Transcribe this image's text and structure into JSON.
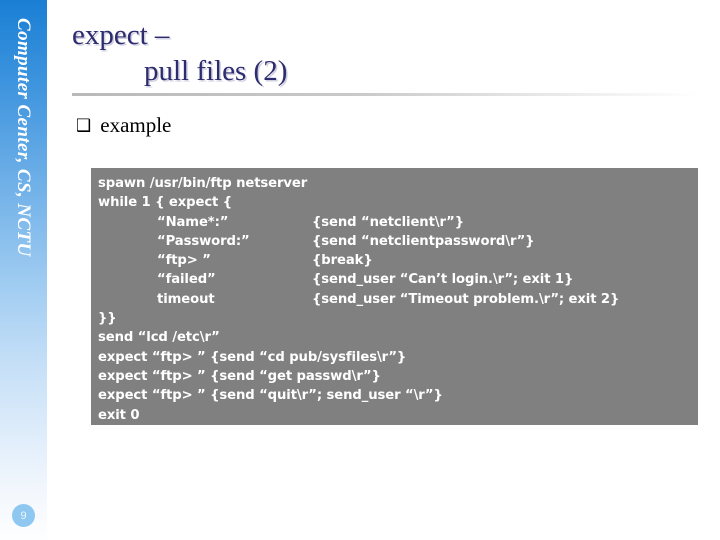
{
  "sidebar": {
    "brand_text": "Computer Center, CS, NCTU",
    "page_number": "9"
  },
  "title": {
    "line1": "expect –",
    "line2": "pull files (2)"
  },
  "bullet": {
    "glyph": "❑",
    "glyph_name": "hollow-square-bullet",
    "text": "example"
  },
  "code": {
    "lines": [
      {
        "indent": false,
        "left": "spawn /usr/bin/ftp netserver",
        "right": ""
      },
      {
        "indent": false,
        "left": "while 1 { expect {",
        "right": ""
      },
      {
        "indent": true,
        "left": "“Name*:”",
        "right": "{send “netclient\\r”}"
      },
      {
        "indent": true,
        "left": "“Password:”",
        "right": "{send “netclientpassword\\r”}"
      },
      {
        "indent": true,
        "left": "“ftp> ”",
        "right": "{break}"
      },
      {
        "indent": true,
        "left": "“failed”",
        "right": "{send_user “Can’t login.\\r”; exit 1}"
      },
      {
        "indent": true,
        "left": "timeout",
        "right": "{send_user “Timeout problem.\\r”; exit 2}"
      },
      {
        "indent": false,
        "left": "}}",
        "right": ""
      },
      {
        "indent": false,
        "left": "send “lcd /etc\\r”",
        "right": ""
      },
      {
        "indent": false,
        "left": "expect “ftp> ” {send “cd pub/sysfiles\\r”}",
        "right": ""
      },
      {
        "indent": false,
        "left": "expect “ftp> ” {send “get passwd\\r”}",
        "right": ""
      },
      {
        "indent": false,
        "left": "expect “ftp> ” {send “quit\\r”; send_user “\\r”}",
        "right": ""
      },
      {
        "indent": false,
        "left": "exit 0",
        "right": ""
      }
    ]
  },
  "colors": {
    "sidebar_top": "#1a7fd4",
    "title_text": "#2c2c6e",
    "code_background": "#808080",
    "code_text": "#ffffff",
    "page_badge": "#8ec7f0"
  }
}
